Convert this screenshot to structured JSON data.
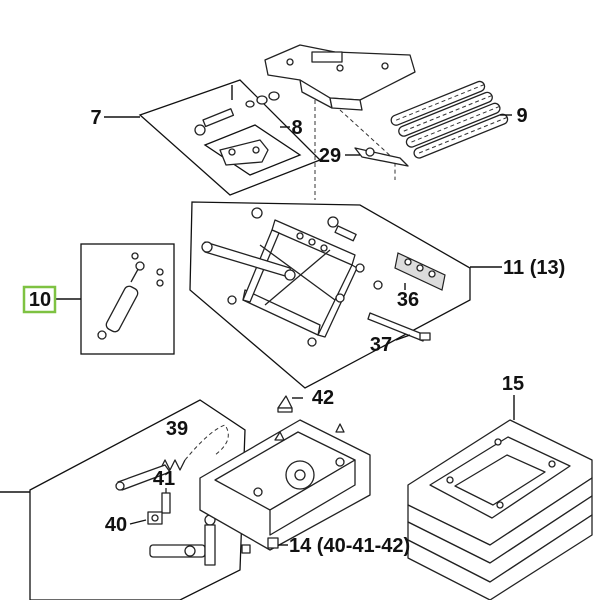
{
  "callouts": {
    "c7": "7",
    "c8": "8",
    "c9": "9",
    "c29": "29",
    "c10": "10",
    "c11": "11 (13)",
    "c36": "36",
    "c37": "37",
    "c42": "42",
    "c15": "15",
    "c39": "39",
    "c41": "41",
    "c40": "40",
    "c14": "14 (40-41-42)"
  },
  "highlight": {
    "selected_callout": "10",
    "color": "#7ec242"
  }
}
